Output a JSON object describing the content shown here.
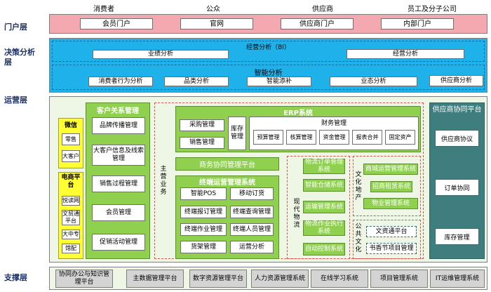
{
  "layers": {
    "portal": "门户层",
    "decision": "决策分析层",
    "operation": "运营层",
    "support": "支撑层"
  },
  "users": [
    "消费者",
    "公众",
    "供应商",
    "员工及分子公司"
  ],
  "portals": [
    "会员门户",
    "官网",
    "供应商门户",
    "内部门户"
  ],
  "bi": {
    "title": "经营分析（BI）",
    "left": "业绩分析",
    "right": "经营分析",
    "smart_title": "智能分析",
    "smart_items": [
      "消费者行为分析",
      "品类分析",
      "智能添补",
      "业态分析",
      "供应商分析"
    ]
  },
  "channels": {
    "wechat_title": "微信",
    "wechat_items": [
      "零售",
      "大客户"
    ],
    "ecom_title": "电商平台",
    "ecom_items": [
      "悦读网",
      "文贸通平台",
      "大中专",
      "馆配"
    ]
  },
  "crm": {
    "title": "客户关系管理",
    "items": [
      "品牌传播管理",
      "大客户信息及线索管理",
      "销售过程管理",
      "会员管理",
      "促销活动管理"
    ]
  },
  "main_business": "主营业务",
  "erp": {
    "title": "ERP系统",
    "purchase": "采购管理",
    "sales": "销售管理",
    "inventory": "库存管理",
    "finance_title": "财务管理",
    "finance_items": [
      "预算管理",
      "核算管理",
      "资金管理",
      "报表合并",
      "固定资产"
    ]
  },
  "b2b": "商务协同管理平台",
  "terminal": {
    "title": "终端运营管理系统",
    "items": [
      "智能POS",
      "移动订货",
      "终端报订管理",
      "终端查询管理",
      "终端作业管理",
      "终端人员管理",
      "货架管理",
      "运营分析"
    ]
  },
  "logistics": {
    "label": "现代物流",
    "items": [
      "物流订单管理系统",
      "智能仓储系统",
      "运输管理系统",
      "物流作业执行系统",
      "自动控制系统"
    ]
  },
  "culture_real_estate": {
    "label": "文化地产",
    "items": [
      "商城运营管理系统",
      "招商租赁系统",
      "物业管理系统"
    ]
  },
  "public_culture": {
    "label": "公共文化",
    "items": [
      "文资通平台",
      "书香节项目管理"
    ]
  },
  "supplier_platform": {
    "title": "供应商协同平台",
    "items": [
      "供应商协议",
      "订单协同",
      "库存管理"
    ]
  },
  "support": [
    "协同办公与知识管理平台",
    "主数据管理平台",
    "数字资源管理平台",
    "人力资源管理系统",
    "在线学习系统",
    "项目管理系统",
    "IT运维管理系统"
  ]
}
